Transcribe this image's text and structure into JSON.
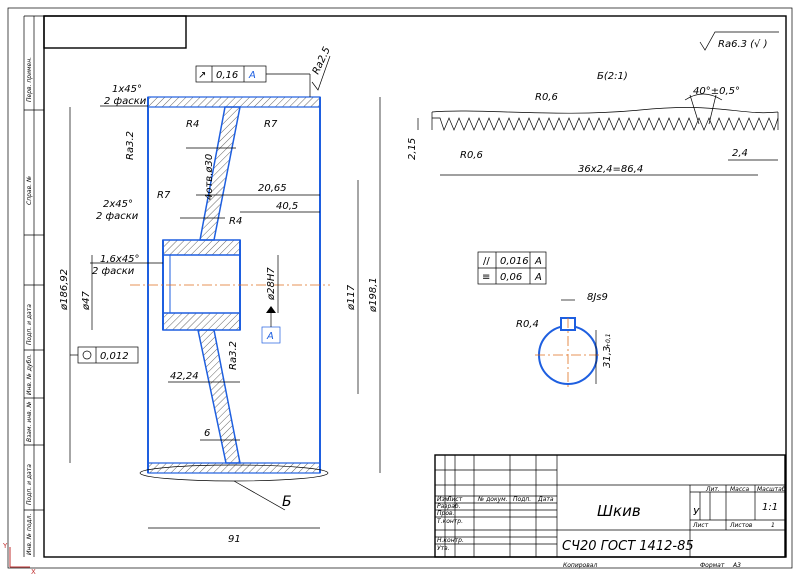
{
  "roughness": {
    "main": "Ra6.3 (√ )",
    "top": "Ra2.5",
    "left": "Ra3.2",
    "inner": "Ra3.2"
  },
  "tolerances": {
    "runout_value": "0,16",
    "runout_base": "A",
    "circ_value": "0,012",
    "par_value": "0,016",
    "par_base": "A",
    "sym_value": "0,06",
    "sym_base": "A",
    "datum": "A"
  },
  "dims": {
    "chamfer1": "1x45°",
    "chamfer1_note": "2 фаски",
    "chamfer2": "2x45°",
    "chamfer2_note": "2 фаски",
    "chamfer3": "1,6x45°",
    "chamfer3_note": "2 фаски",
    "r4a": "R4",
    "r7a": "R7",
    "r7b": "R7",
    "r4b": "R4",
    "hole": "4отв.ø30",
    "d2065": "20,65",
    "d405": "40,5",
    "d18692": "ø186,92",
    "d47": "ø47",
    "d28h7": "ø28H7",
    "d117": "ø117",
    "d1981": "ø198,1",
    "d4224": "42,24",
    "d6": "6",
    "d91": "91",
    "view_b": "Б"
  },
  "detail": {
    "title": "Б(2:1)",
    "r06a": "R0,6",
    "r06b": "R0,6",
    "angle": "40°±0,5°",
    "d215": "2,15",
    "d24": "2,4",
    "d864": "36х2,4=86,4"
  },
  "section": {
    "r04": "R0,4",
    "key": "8Js9",
    "d313": "31,3",
    "d313_tol": "+0,1"
  },
  "title_block": {
    "name": "Шкив",
    "material": "СЧ20 ГОСТ 1412-85",
    "h_izm": "Изм.",
    "h_list": "Лист",
    "h_doc": "№ докум.",
    "h_sign": "Подп.",
    "h_date": "Дата",
    "r1": "Разраб.",
    "r2": "Пров.",
    "r3": "Т.контр.",
    "r4": "Н.контр.",
    "r5": "Утв.",
    "lit": "Лит.",
    "mass": "Масса",
    "scale": "Масштаб",
    "lit_val": "У",
    "scale_val": "1:1",
    "sheet": "Лист",
    "sheets": "Листов",
    "sheets_val": "1",
    "copied": "Копировал",
    "format": "Формат",
    "format_val": "А3"
  },
  "side_labels": {
    "s1": "Перв. примен.",
    "s2": "Справ. №",
    "s3": "Подп. и дата",
    "s4": "Инв. № дубл.",
    "s5": "Взам. инв. №",
    "s6": "Подп. и дата",
    "s7": "Инв. № подл."
  },
  "corner": {
    "x": "X",
    "y": "Y"
  }
}
